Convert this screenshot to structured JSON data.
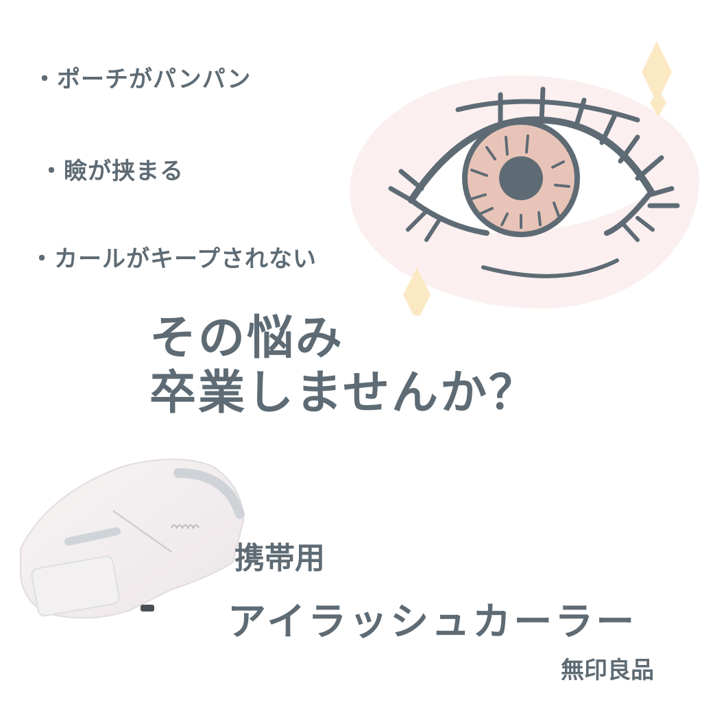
{
  "concerns": [
    {
      "label": "・ポーチがパンパン"
    },
    {
      "label": "・瞼が挟まる"
    },
    {
      "label": "・カールがキープされない"
    }
  ],
  "headline": {
    "line1": "その悩み",
    "line2": "卒業しませんか？"
  },
  "product": {
    "type": "携帯用",
    "name": "アイラッシュカーラー",
    "brand": "無印良品"
  },
  "illustration": {
    "subject": "eye-with-lashes",
    "colors": {
      "line": "#5e6b74",
      "iris": "#e8c4b8",
      "pupil": "#5e6b74",
      "background_blob": "#fbeff0",
      "sparkle": "#fbe9c4"
    }
  },
  "product_image": {
    "subject": "portable-eyelash-curler",
    "color": "#f2eeee"
  }
}
